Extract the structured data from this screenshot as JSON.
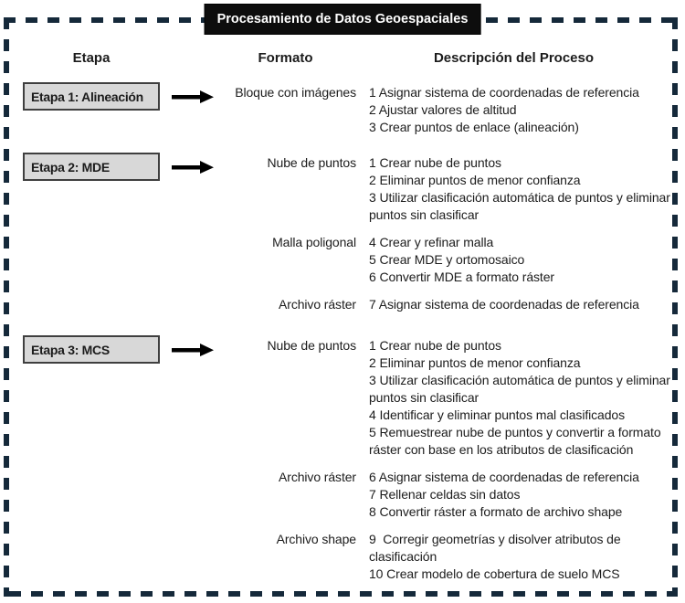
{
  "title": "Procesamiento de Datos Geoespaciales",
  "columns": {
    "etapa": "Etapa",
    "formato": "Formato",
    "descripcion": "Descripción del Proceso"
  },
  "stages": [
    {
      "label": "Etapa 1: Alineación",
      "groups": [
        {
          "format": "Bloque con imágenes",
          "items": [
            "1 Asignar sistema de coordenadas de referencia",
            "2 Ajustar valores de altitud",
            "3 Crear puntos de enlace (alineación)"
          ]
        }
      ]
    },
    {
      "label": "Etapa 2: MDE",
      "groups": [
        {
          "format": "Nube de puntos",
          "items": [
            "1 Crear nube de puntos",
            "2 Eliminar puntos de menor confianza",
            "3 Utilizar clasificación automática de puntos y eliminar puntos sin clasificar"
          ]
        },
        {
          "format": "Malla poligonal",
          "items": [
            "4 Crear y refinar malla",
            "5 Crear MDE y ortomosaico",
            "6 Convertir MDE a formato ráster"
          ]
        },
        {
          "format": "Archivo ráster",
          "items": [
            "7 Asignar sistema de coordenadas de referencia"
          ]
        }
      ]
    },
    {
      "label": "Etapa 3: MCS",
      "groups": [
        {
          "format": "Nube de puntos",
          "items": [
            "1 Crear nube de puntos",
            "2 Eliminar puntos de menor confianza",
            "3 Utilizar clasificación automática de puntos y eliminar puntos sin clasificar",
            "4 Identificar y eliminar puntos mal clasificados",
            "5 Remuestrear nube de puntos y convertir a formato ráster con base en los atributos de clasificación"
          ]
        },
        {
          "format": "Archivo ráster",
          "items": [
            "6 Asignar sistema de coordenadas de referencia",
            "7 Rellenar celdas sin datos",
            "8 Convertir ráster a formato de archivo shape"
          ]
        },
        {
          "format": "Archivo shape",
          "items": [
            "9  Corregir geometrías y disolver atributos de clasificación",
            "10 Crear modelo de cobertura de suelo MCS"
          ]
        }
      ]
    }
  ],
  "colors": {
    "dashed_border": "#15293a",
    "title_bg": "#0d0d0d",
    "title_text": "#ffffff",
    "stage_box_bg": "#d8d8d8",
    "stage_box_border": "#3f3f3f",
    "arrow": "#000000",
    "text": "#1c1c1c"
  }
}
